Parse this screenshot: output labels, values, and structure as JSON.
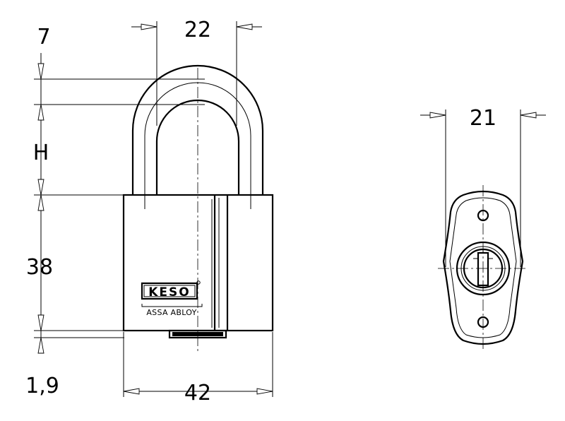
{
  "drawing": {
    "dimensions": {
      "shackle_thickness": "7",
      "shackle_width": "22",
      "shackle_height": "H",
      "body_height": "38",
      "bottom_offset": "1,9",
      "body_width": "42",
      "body_depth": "21"
    },
    "branding": {
      "logo": "KESO",
      "subtitle": "ASSA ABLOY"
    }
  }
}
